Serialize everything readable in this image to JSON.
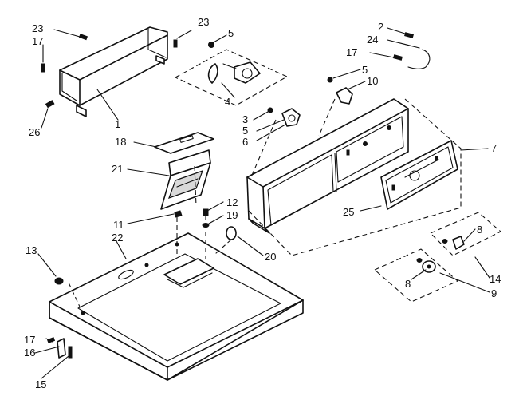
{
  "diagram": {
    "callouts": {
      "c1": "1",
      "c2": "2",
      "c3": "3",
      "c4": "4",
      "c5a": "5",
      "c5b": "5",
      "c5c": "5",
      "c6": "6",
      "c7": "7",
      "c8a": "8",
      "c8b": "8",
      "c9": "9",
      "c10": "10",
      "c11": "11",
      "c12": "12",
      "c13": "13",
      "c14": "14",
      "c15": "15",
      "c16": "16",
      "c17a": "17",
      "c17b": "17",
      "c17c": "17",
      "c18": "18",
      "c19": "19",
      "c20": "20",
      "c21": "21",
      "c22": "22",
      "c23a": "23",
      "c23b": "23",
      "c24": "24",
      "c25": "25",
      "c26": "26"
    }
  }
}
